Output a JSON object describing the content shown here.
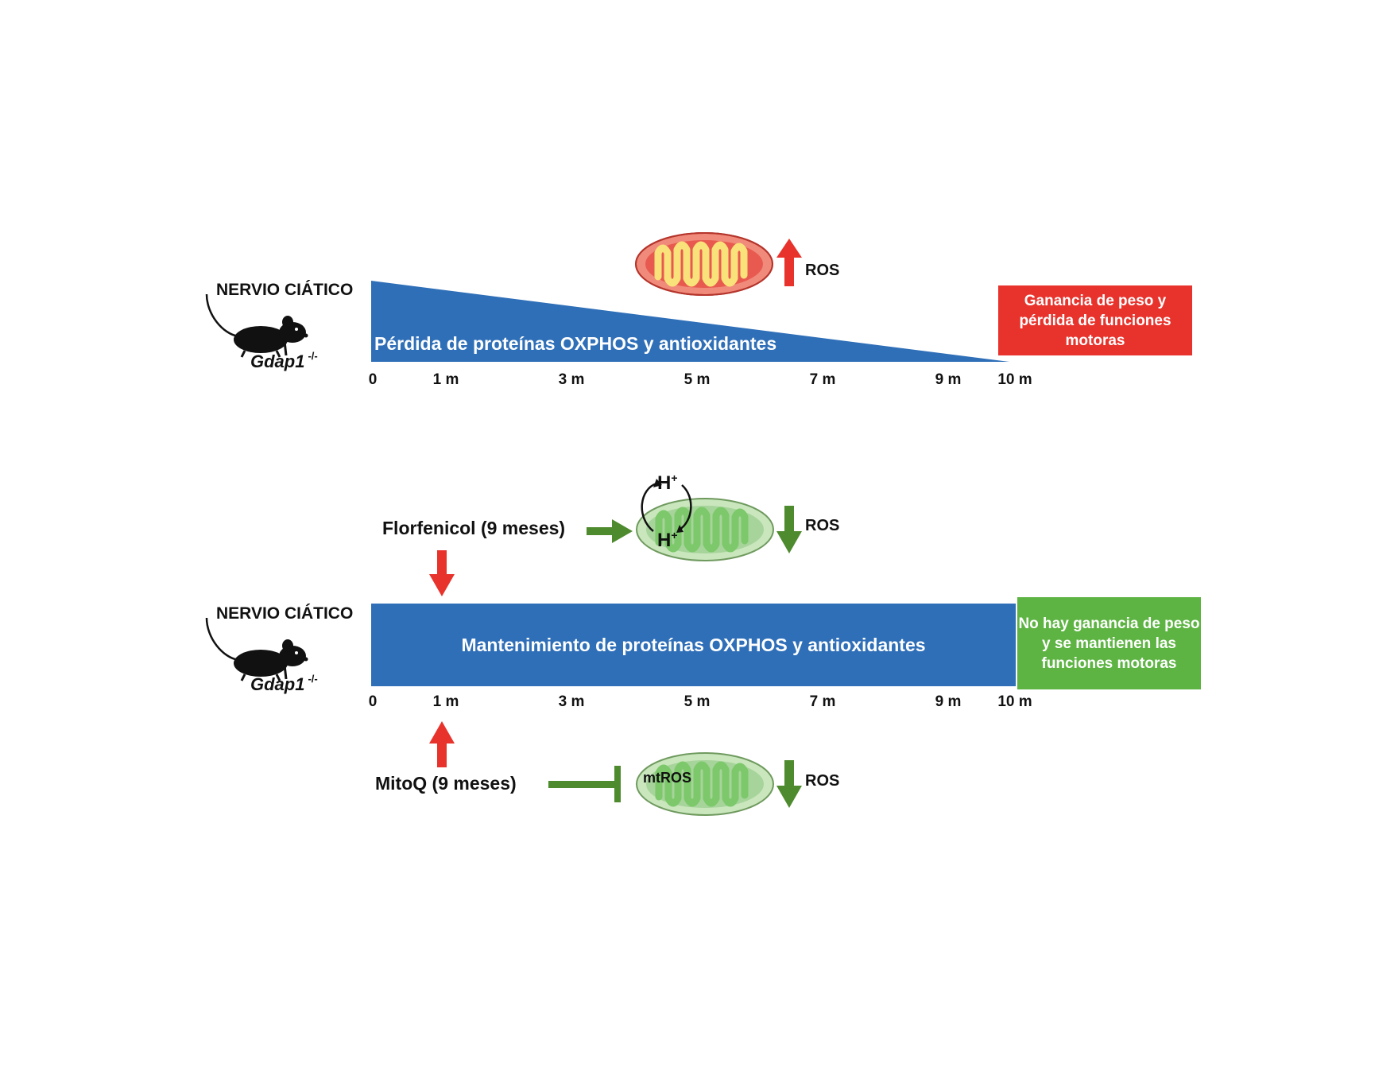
{
  "panel_top": {
    "nerve_label": "NERVIO CIÁTICO",
    "genotype": "Gdap1",
    "genotype_sup": "-/-",
    "bar_text": "Pérdida de proteínas OXPHOS y antioxidantes",
    "ros_label": "ROS",
    "ros_direction": "up",
    "outcome": "Ganancia de peso y pérdida de funciones motoras",
    "outcome_color": "#e8322c",
    "ticks": [
      "0",
      "1 m",
      "3 m",
      "5 m",
      "7 m",
      "9 m",
      "10 m"
    ]
  },
  "panel_bottom": {
    "nerve_label": "NERVIO CIÁTICO",
    "genotype": "Gdap1",
    "genotype_sup": "-/-",
    "bar_text": "Mantenimiento de proteínas OXPHOS y antioxidantes",
    "outcome": "No hay ganancia de peso y se mantienen las funciones motoras",
    "outcome_color": "#5db443",
    "ticks": [
      "0",
      "1 m",
      "3 m",
      "5 m",
      "7 m",
      "9 m",
      "10 m"
    ],
    "florfenicol": {
      "label": "Florfenicol (9 meses)",
      "proton_top": "H",
      "proton_bottom": "H",
      "proton_charge": "+",
      "ros_label": "ROS",
      "ros_direction": "down"
    },
    "mitoq": {
      "label": "MitoQ (9 meses)",
      "mito_label": "mtROS",
      "ros_label": "ROS",
      "ros_direction": "down"
    }
  },
  "colors": {
    "bar_blue": "#2f6fb8",
    "arrow_red": "#e8322c",
    "arrow_green": "#4e8a2e",
    "mito_red_outer": "#e85a50",
    "mito_red_inner": "#f9e27a",
    "mito_green_outer": "#a6d49a",
    "mito_green_inner": "#7cc86a"
  },
  "icons": [
    "mouse-icon",
    "mitochondrion-icon",
    "up-arrow-icon",
    "down-arrow-icon",
    "inhibition-icon"
  ]
}
